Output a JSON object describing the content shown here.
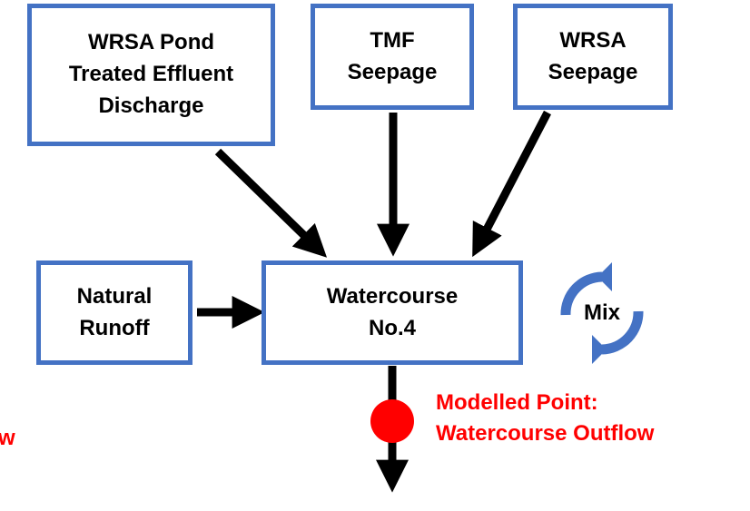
{
  "nodes": {
    "wrsa_pond": "WRSA Pond\nTreated Effluent\nDischarge",
    "tmf_seepage": "TMF\nSeepage",
    "wrsa_seepage": "WRSA\nSeepage",
    "natural_runoff": "Natural\nRunoff",
    "watercourse": "Watercourse\nNo.4"
  },
  "mix_label": "Mix",
  "modelled_point": "Modelled Point:\nWatercourse Outflow",
  "cut_off_text": "w",
  "colors": {
    "box_border": "#4472C4",
    "arrow": "#000000",
    "point": "#FF0000",
    "highlight_text": "#FF0000"
  },
  "icons": {
    "mix": "cycle-arrows-icon"
  }
}
